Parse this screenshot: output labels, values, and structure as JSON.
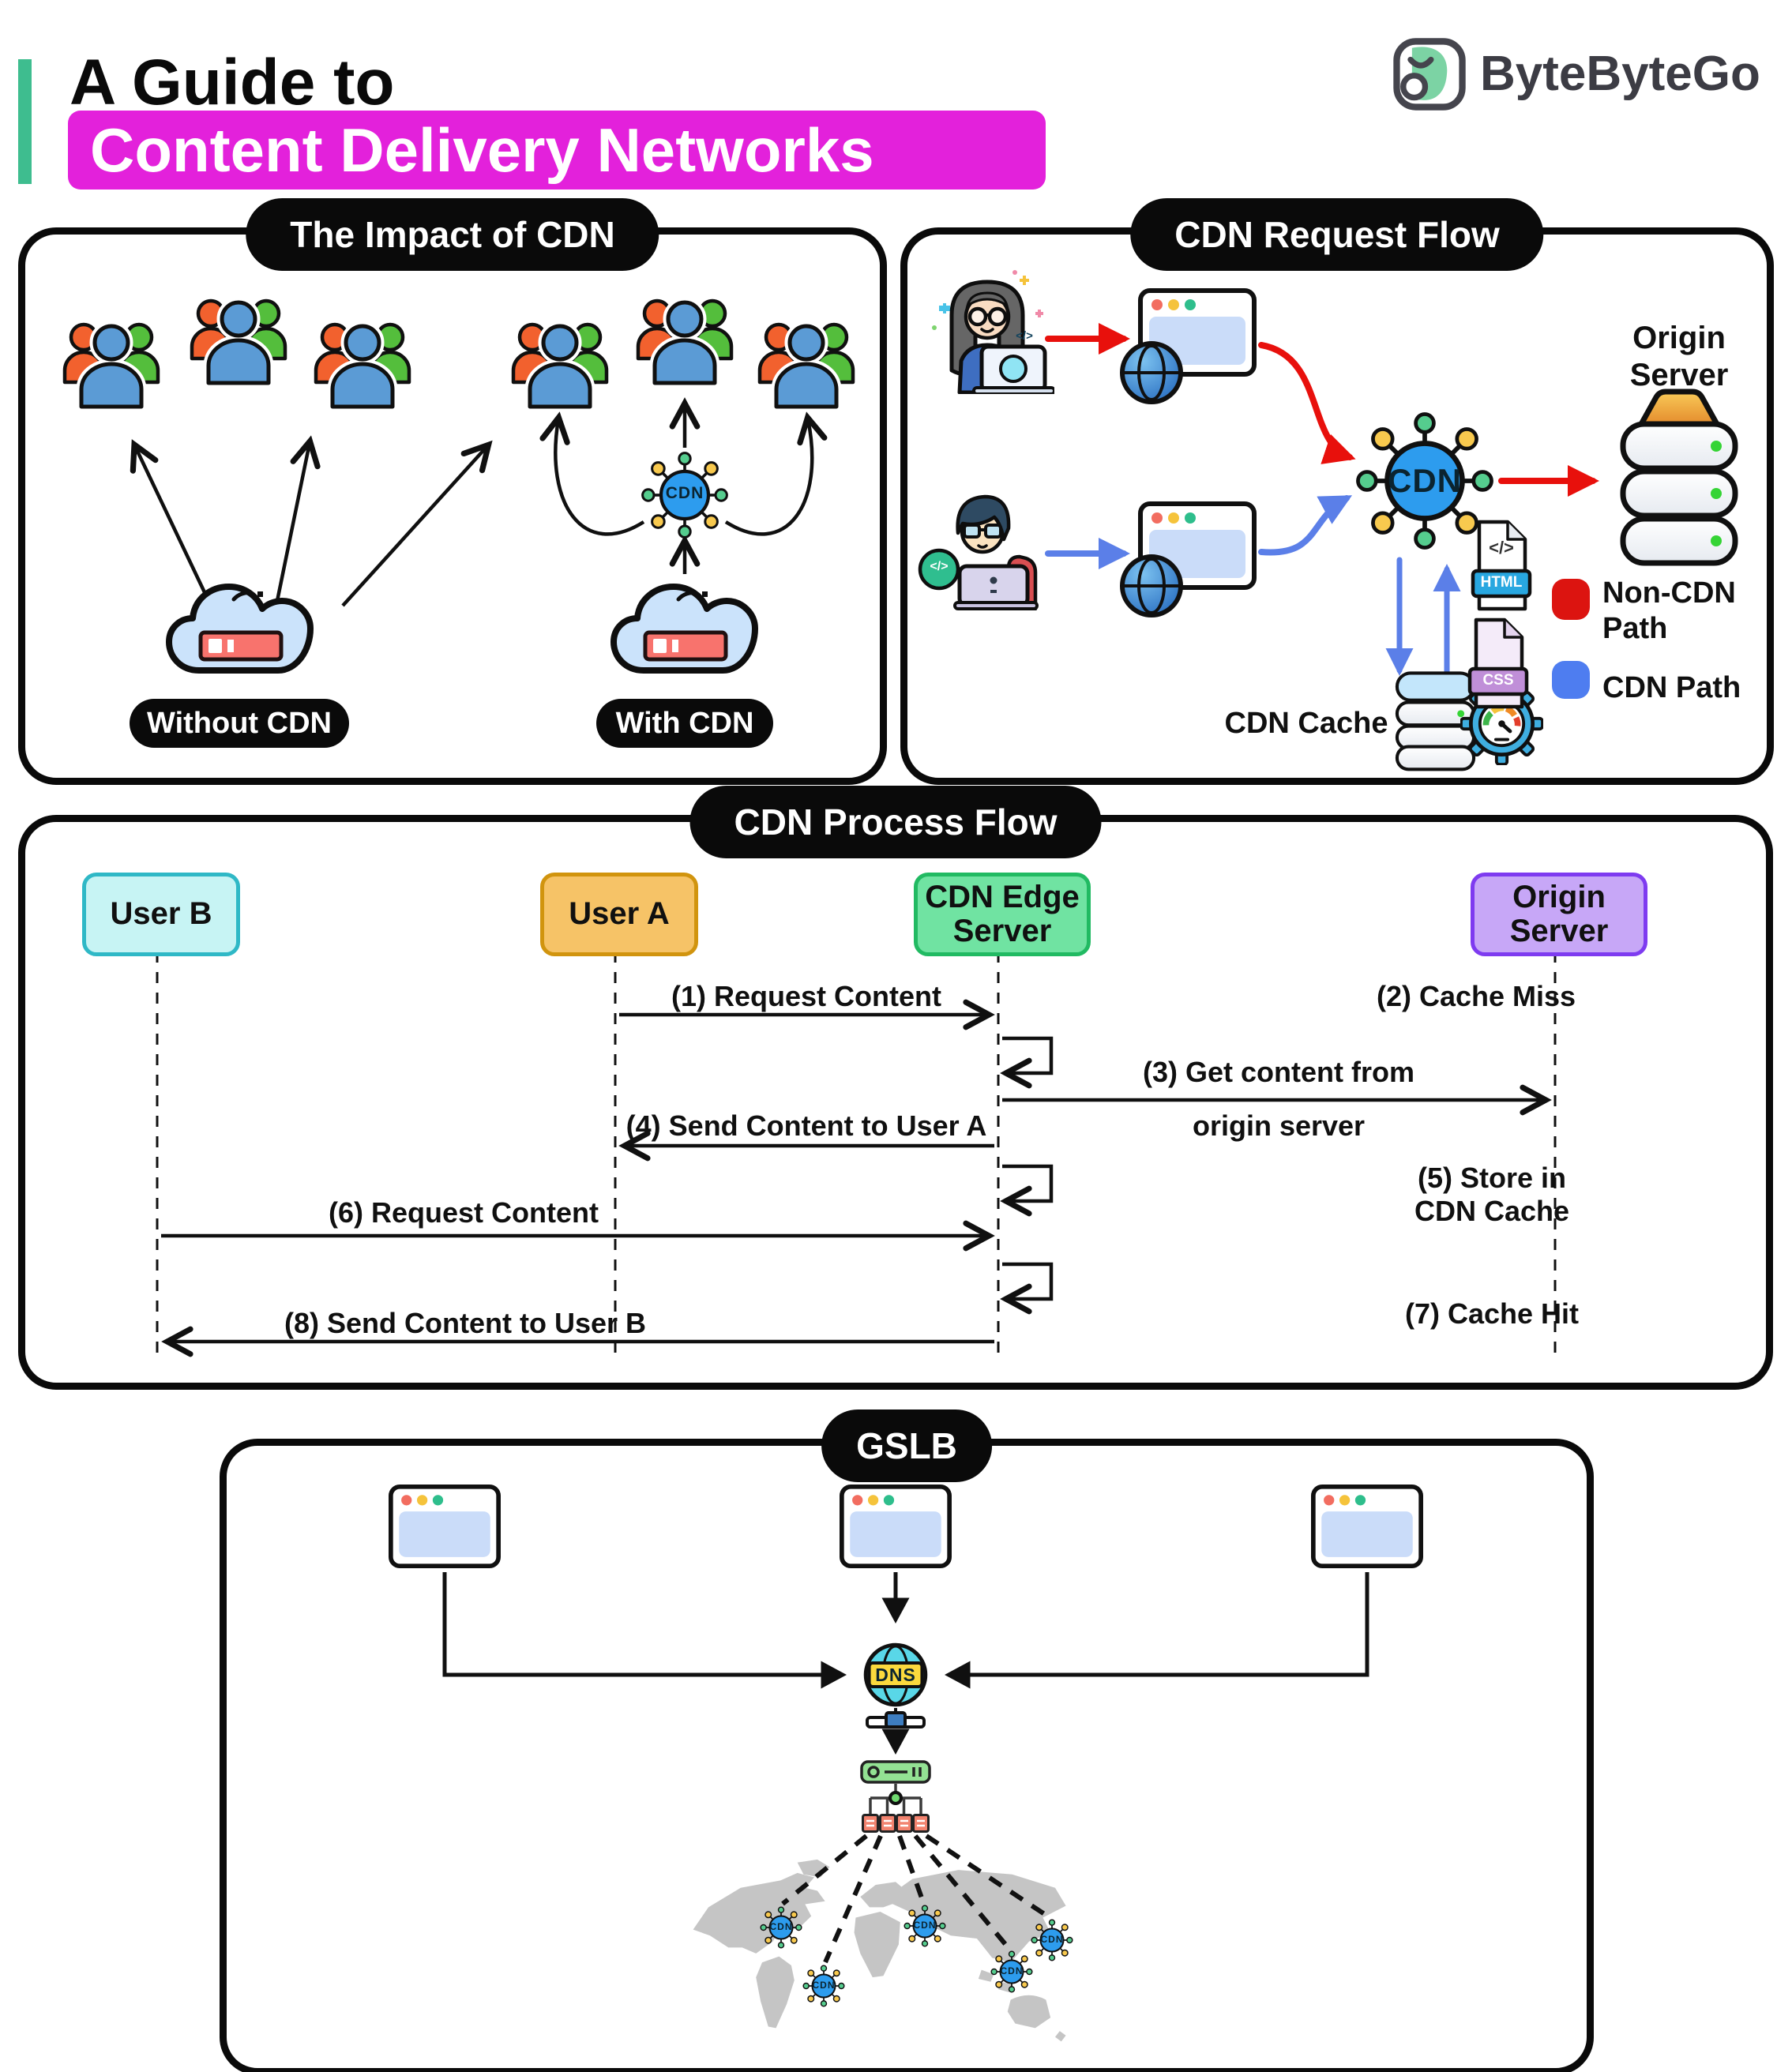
{
  "header": {
    "kicker": "A Guide to",
    "title": "Content Delivery Networks",
    "brand": "ByteByteGo"
  },
  "glyphs": {
    "code": "</>"
  },
  "impact": {
    "title": "The Impact of CDN",
    "without_label": "Without CDN",
    "with_label": "With CDN",
    "cdn_label": "CDN"
  },
  "request": {
    "title": "CDN Request Flow",
    "origin_label": "Origin\nServer",
    "cdn_label": "CDN",
    "cache_label": "CDN Cache",
    "html_label": "HTML",
    "css_label": "CSS",
    "legend": [
      {
        "label": "Non-CDN\nPath",
        "color": "#DC1410"
      },
      {
        "label": "CDN Path",
        "color": "#4E7DF0"
      }
    ]
  },
  "process": {
    "title": "CDN Process Flow",
    "actors": [
      {
        "label": "User B",
        "fill": "#C7F4F4",
        "border": "#2FB8C6"
      },
      {
        "label": "User A",
        "fill": "#F6C367",
        "border": "#D1940E"
      },
      {
        "label": "CDN Edge\nServer",
        "fill": "#70E3A2",
        "border": "#21BA62"
      },
      {
        "label": "Origin\nServer",
        "fill": "#C7A7F7",
        "border": "#7E3BF0"
      }
    ],
    "messages": [
      {
        "text": "(1) Request Content"
      },
      {
        "text": "(2) Cache Miss"
      },
      {
        "text": "(3) Get content from"
      },
      {
        "text": "origin server"
      },
      {
        "text": "(4) Send Content to User A"
      },
      {
        "text": "(5) Store in\nCDN Cache"
      },
      {
        "text": "(6) Request Content"
      },
      {
        "text": "(7) Cache Hit"
      },
      {
        "text": "(8) Send Content to User B"
      }
    ]
  },
  "gslb": {
    "title": "GSLB",
    "dns_label": "DNS",
    "cdn_label": "CDN"
  },
  "colors": {
    "accent_bar": "#3EBD8F",
    "title_highlight_bg": "#E321DB",
    "non_cdn_path": "#DC1410",
    "cdn_path": "#4E7DF0",
    "hub_fill": "#2D9CEE",
    "map_gray": "#C5C5C5"
  }
}
